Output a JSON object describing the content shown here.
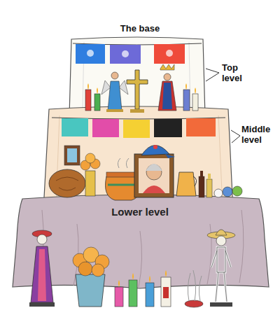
{
  "diagram": {
    "nodes": [
      {
        "text": [
          "Lower level"
        ]
      }
    ],
    "labels": [
      "The base",
      "Top level",
      "Middle level"
    ]
  }
}
